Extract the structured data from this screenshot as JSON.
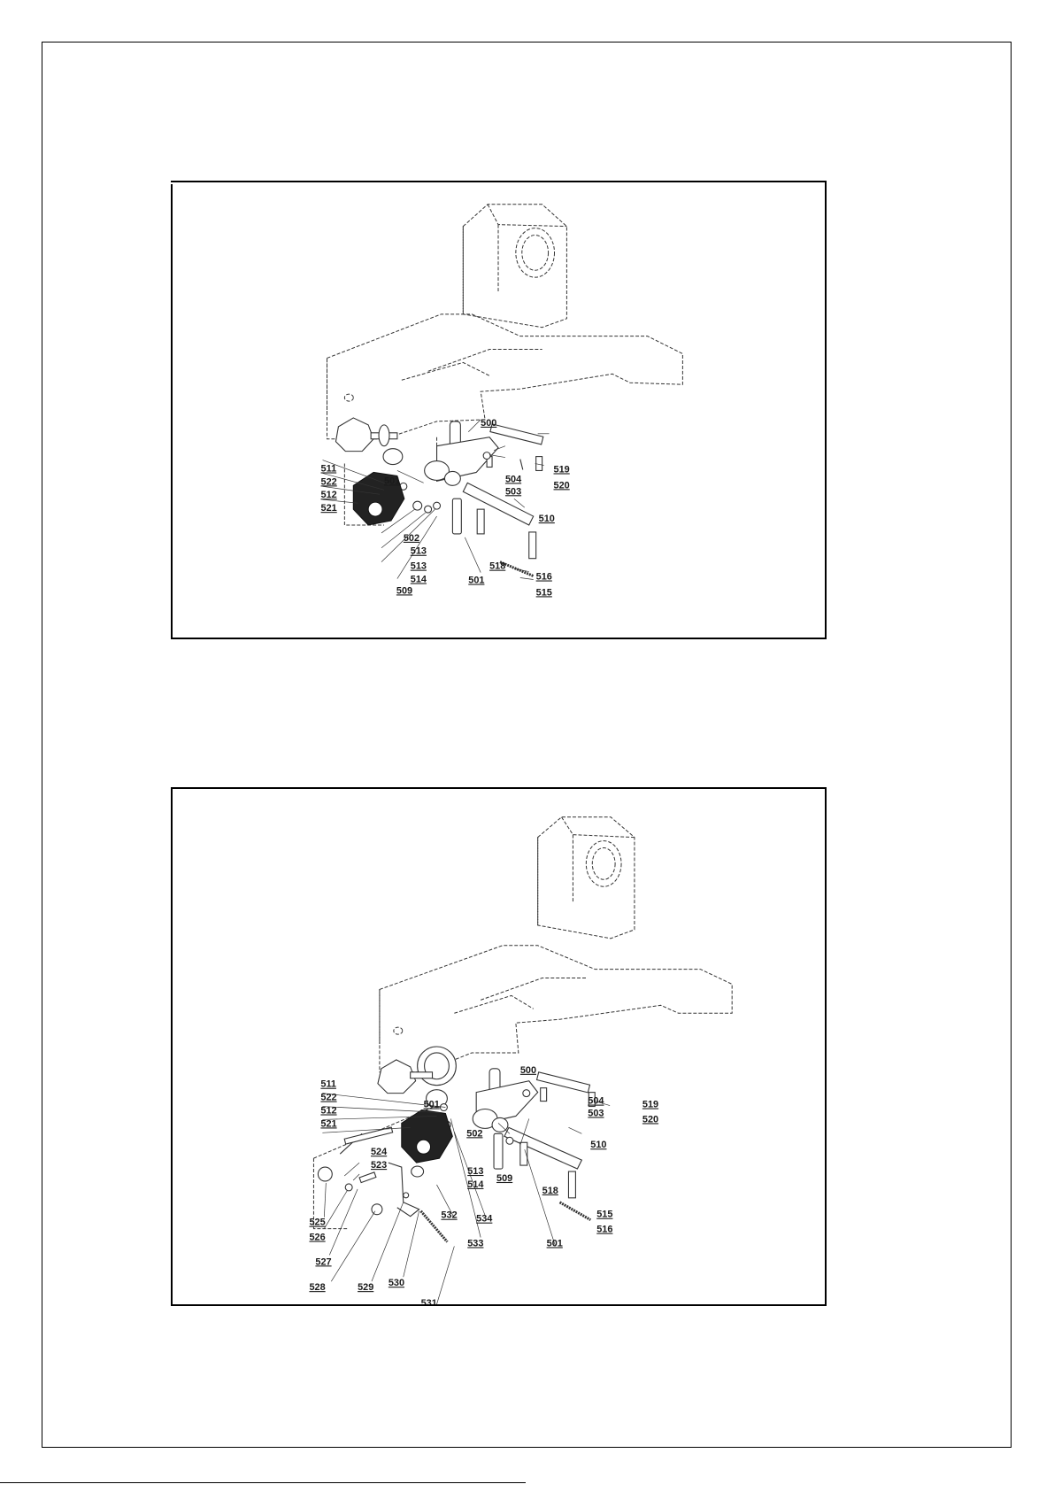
{
  "diagrams": [
    {
      "id": "top",
      "labels": [
        "500",
        "501",
        "502",
        "503",
        "504",
        "509",
        "510",
        "511",
        "512",
        "513",
        "513",
        "514",
        "515",
        "516",
        "518",
        "519",
        "520",
        "521",
        "522",
        "501"
      ]
    },
    {
      "id": "bottom",
      "labels": [
        "500",
        "501",
        "502",
        "503",
        "504",
        "509",
        "510",
        "511",
        "512",
        "513",
        "514",
        "515",
        "516",
        "518",
        "519",
        "520",
        "521",
        "522",
        "523",
        "524",
        "525",
        "526",
        "527",
        "528",
        "529",
        "530",
        "531",
        "532",
        "533",
        "534",
        "501"
      ]
    }
  ],
  "colors": {
    "line": "#333333",
    "ink": "#1a1a1a",
    "fill": "#ffffff"
  }
}
